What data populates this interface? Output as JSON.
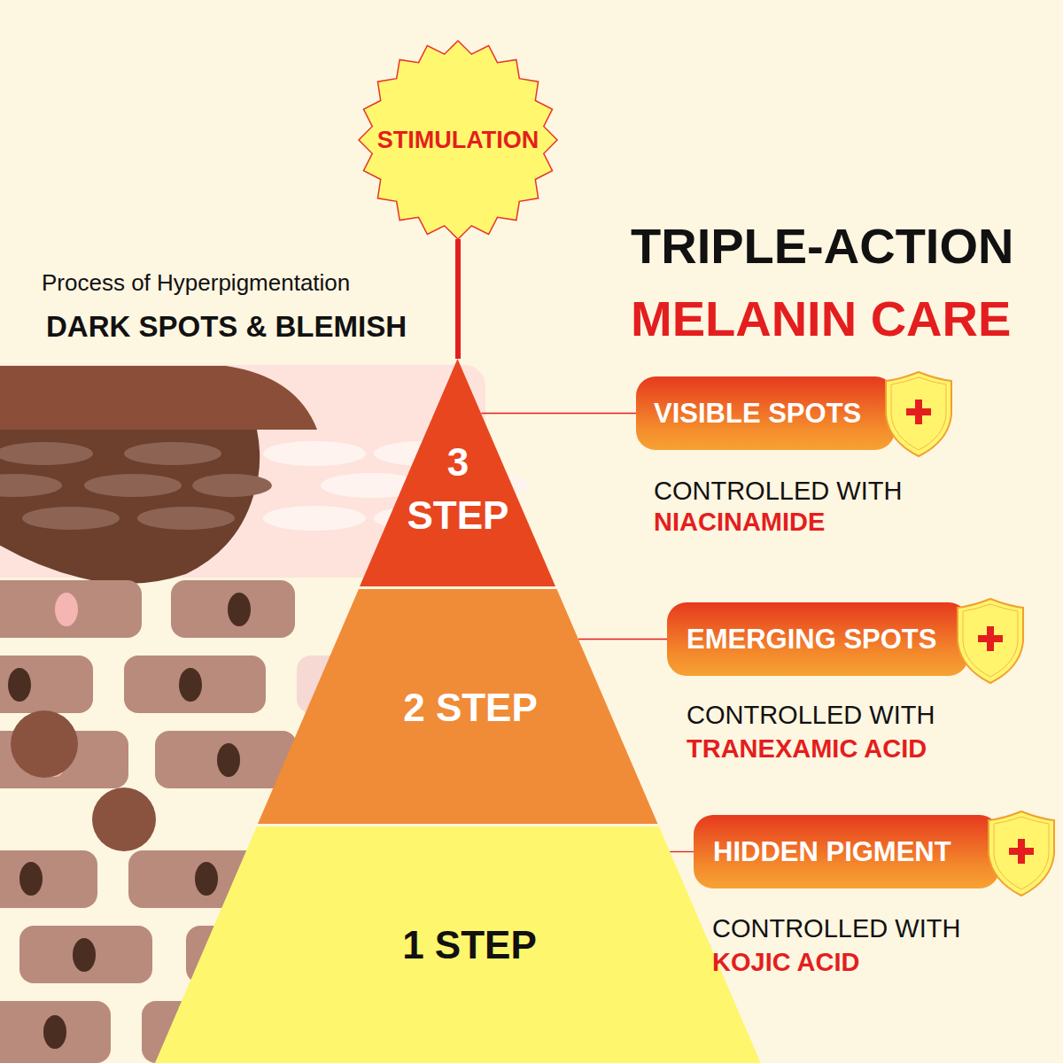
{
  "diagram": {
    "title": "TRIPLE-ACTION",
    "nodes": [
      {
        "text": [
          "STIMULATION"
        ]
      },
      {
        "text": [
          "3 STEP"
        ]
      },
      {
        "text": [
          "2 STEP"
        ]
      },
      {
        "text": [
          "1 STEP"
        ]
      },
      {
        "text": [
          "VISIBLE SPOTS"
        ]
      },
      {
        "text": [
          "EMERGING SPOTS"
        ]
      },
      {
        "text": [
          "HIDDEN PIGMENT"
        ]
      }
    ],
    "edges": [
      {
        "from": 0,
        "to": 1,
        "arrow": "none"
      },
      {
        "from": 1,
        "to": 4,
        "arrow": "none"
      },
      {
        "from": 2,
        "to": 5,
        "arrow": "none"
      },
      {
        "from": 3,
        "to": 6,
        "arrow": "none"
      }
    ],
    "labels": [
      "MELANIN CARE",
      "Process of Hyperpigmentation",
      "DARK SPOTS & BLEMISH",
      "CONTROLLED WITH",
      "NIACINAMIDE",
      "CONTROLLED WITH",
      "TRANEXAMIC ACID",
      "CONTROLLED WITH",
      "KOJIC ACID"
    ]
  }
}
